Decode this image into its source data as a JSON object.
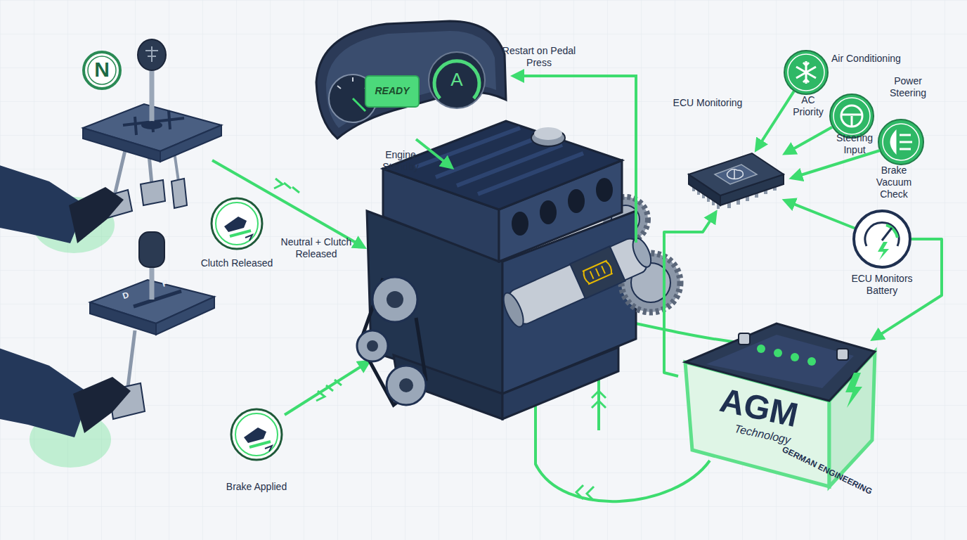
{
  "diagram": {
    "nodes": [
      {
        "text": [
          "N"
        ]
      },
      {
        "text": [
          "Clutch Released"
        ]
      },
      {
        "text": [
          "Brake Applied"
        ]
      },
      {
        "text": [
          "READY",
          "A"
        ]
      },
      {
        "text": [
          "Air Conditioning"
        ]
      },
      {
        "text": [
          "Power Steering"
        ]
      },
      {
        "text": [
          "ECU Monitoring"
        ]
      },
      {
        "text": [
          "ECU Monitors Battery"
        ]
      },
      {
        "text": [
          "AGM",
          "Technology",
          "GERMAN ENGINEERING"
        ]
      }
    ],
    "edges": [
      {
        "from": 4,
        "to": 6,
        "label": "AC Priority",
        "arrow": "to"
      },
      {
        "from": 5,
        "to": 6,
        "label": "Steering Input",
        "arrow": "to"
      },
      {
        "from": 7,
        "to": 6,
        "arrow": "to"
      },
      {
        "from": 8,
        "to": 6,
        "arrow": "to"
      },
      {
        "from": 7,
        "to": 8,
        "arrow": "to"
      }
    ],
    "labels": [
      "Restart on Pedal Press",
      "Engine Standby",
      "Neutral + Clutch Released",
      "Brake Vacuum Check",
      "P",
      "D"
    ]
  }
}
